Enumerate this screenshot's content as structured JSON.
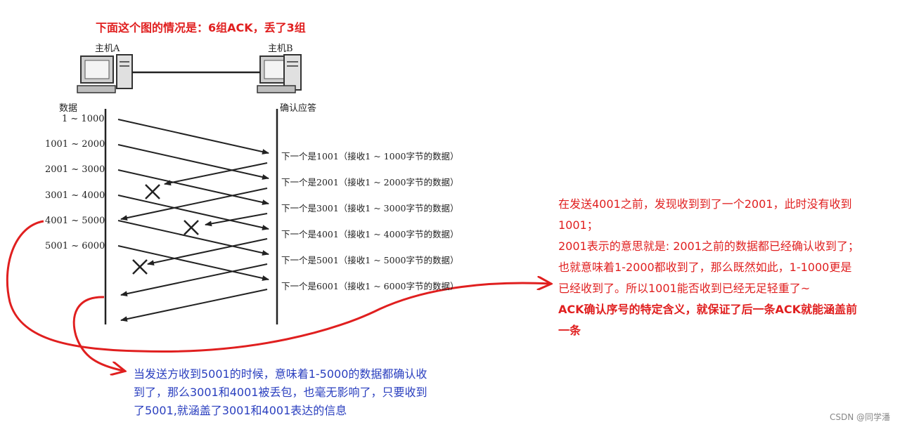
{
  "title": "下面这个图的情况是：6组ACK，丢了3组",
  "hosts": {
    "a": "主机A",
    "b": "主机B"
  },
  "columns": {
    "left": "数据",
    "right": "确认应答"
  },
  "data_ranges": [
    "1 ~ 1000",
    "1001 ~ 2000",
    "2001 ~ 3000",
    "3001 ~ 4000",
    "4001 ~ 5000",
    "5001 ~ 6000"
  ],
  "acks": [
    "下一个是1001（接收1 ~ 1000字节的数据）",
    "下一个是2001（接收1 ~ 2000字节的数据）",
    "下一个是3001（接收1 ~ 3000字节的数据）",
    "下一个是4001（接收1 ~ 4000字节的数据）",
    "下一个是5001（接收1 ~ 5000字节的数据）",
    "下一个是6001（接收1 ~ 6000字节的数据）"
  ],
  "right_note": {
    "lines": [
      "在发送4001之前，发现收到到了一个2001，此时没有收到",
      "1001；",
      "2001表示的意思就是: 2001之前的数据都已经确认收到了；",
      "也就意味着1-2000都收到了，那么既然如此，1-1000更是",
      "已经收到了。所以1001能否收到已经无足轻重了~"
    ],
    "bold_lines": [
      "ACK确认序号的特定含义，就保证了后一条ACK就能涵盖前",
      "一条"
    ]
  },
  "bottom_note": [
    "当发送方收到5001的时候，意味着1-5000的数据都确认收",
    "到了，那么3001和4001被丢包，也毫无影响了，只要收到",
    "了5001,就涵盖了3001和4001表达的信息"
  ],
  "watermark": "CSDN @同学潘",
  "colors": {
    "annotation_red": "#e01f1f",
    "annotation_blue": "#2a3fbf",
    "diagram": "#222222"
  }
}
